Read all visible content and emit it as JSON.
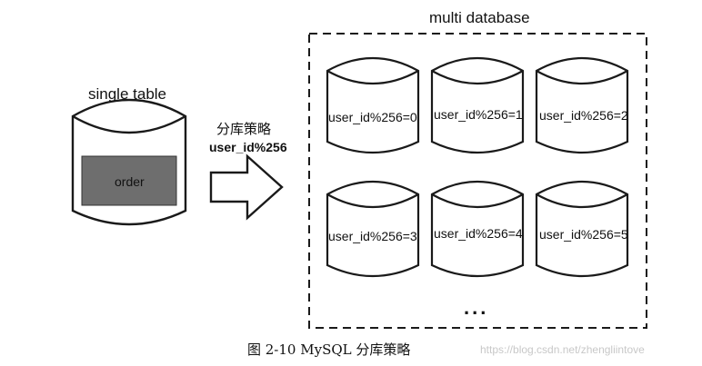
{
  "single": {
    "title": "single table",
    "table_label": "order"
  },
  "strategy": {
    "title": "分库策略",
    "rule": "user_id%256"
  },
  "multi": {
    "title": "multi database",
    "databases": [
      "user_id%256=0",
      "user_id%256=1",
      "user_id%256=2",
      "user_id%256=3",
      "user_id%256=4",
      "user_id%256=5"
    ],
    "ellipsis": "..."
  },
  "caption": "图 2-10    MySQL 分库策略",
  "watermark": "https://blog.csdn.net/zhengliintove"
}
